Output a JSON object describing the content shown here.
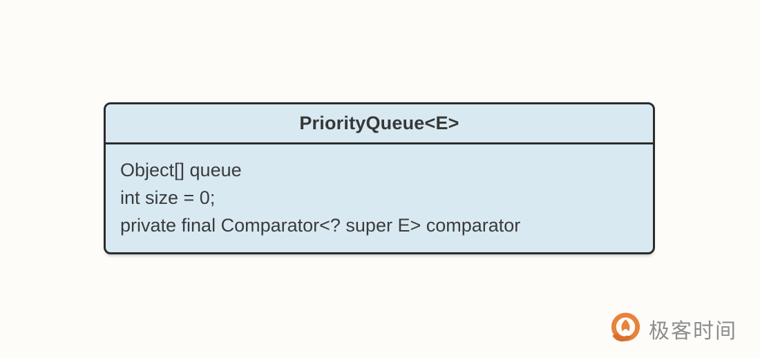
{
  "diagram": {
    "type": "uml-class",
    "class_name": "PriorityQueue<E>",
    "fields": [
      "Object[] queue",
      "int size = 0;",
      "private final Comparator<? super E> comparator"
    ]
  },
  "branding": {
    "logo_text": "极客时间",
    "logo_icon": "geek-time-logo-icon"
  },
  "colors": {
    "page_background": "#fdfcf9",
    "box_fill": "#d8e9f2",
    "box_border": "#2b2b2b",
    "text": "#3b3b3b",
    "logo_text": "#8d8d8d",
    "logo_orange": "#e8823c",
    "logo_orange_dark": "#d96f2e"
  }
}
